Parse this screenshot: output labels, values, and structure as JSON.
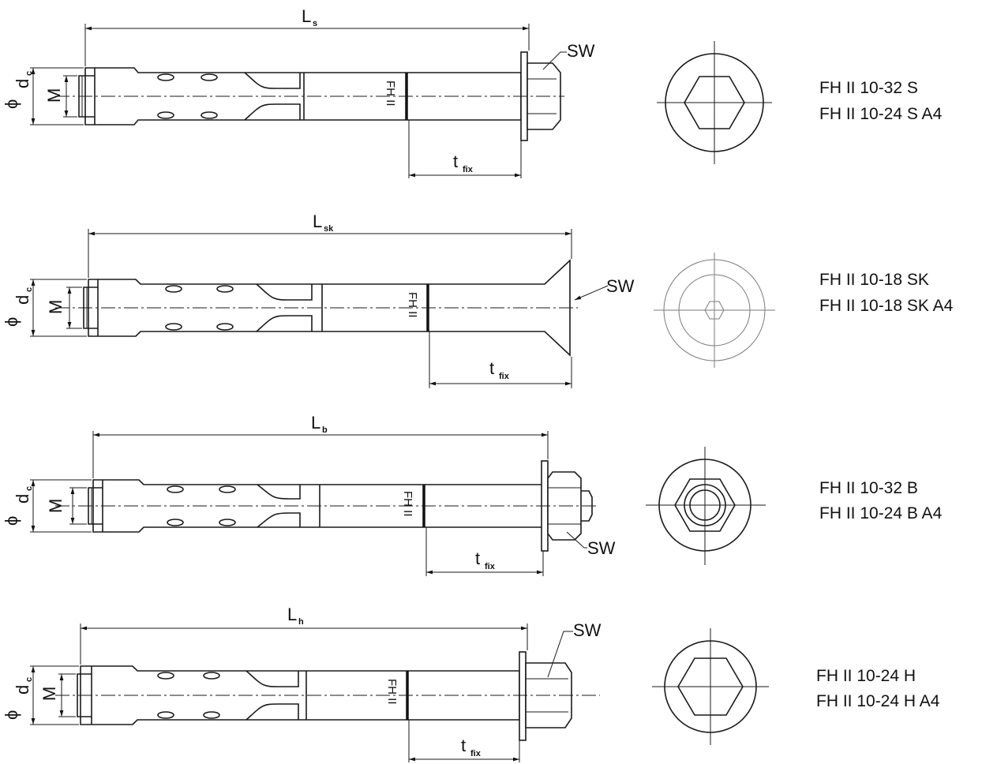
{
  "dimension_labels": {
    "sw": "SW",
    "diameter": "ϕ",
    "d": "d",
    "d_sub": "c",
    "m": "M",
    "t": "t",
    "t_sub": "fix",
    "l": "L",
    "body_mark": "FH II"
  },
  "variants": [
    {
      "length_sub": "s",
      "names": [
        "FH II 10-32 S",
        "FH II 10-24 S A4"
      ]
    },
    {
      "length_sub": "sk",
      "names": [
        "FH II 10-18 SK",
        "FH II 10-18 SK A4"
      ]
    },
    {
      "length_sub": "b",
      "names": [
        "FH II 10-32 B",
        "FH II 10-24 B A4"
      ]
    },
    {
      "length_sub": "h",
      "names": [
        "FH II 10-24 H",
        "FH II 10-24 H A4"
      ]
    }
  ]
}
